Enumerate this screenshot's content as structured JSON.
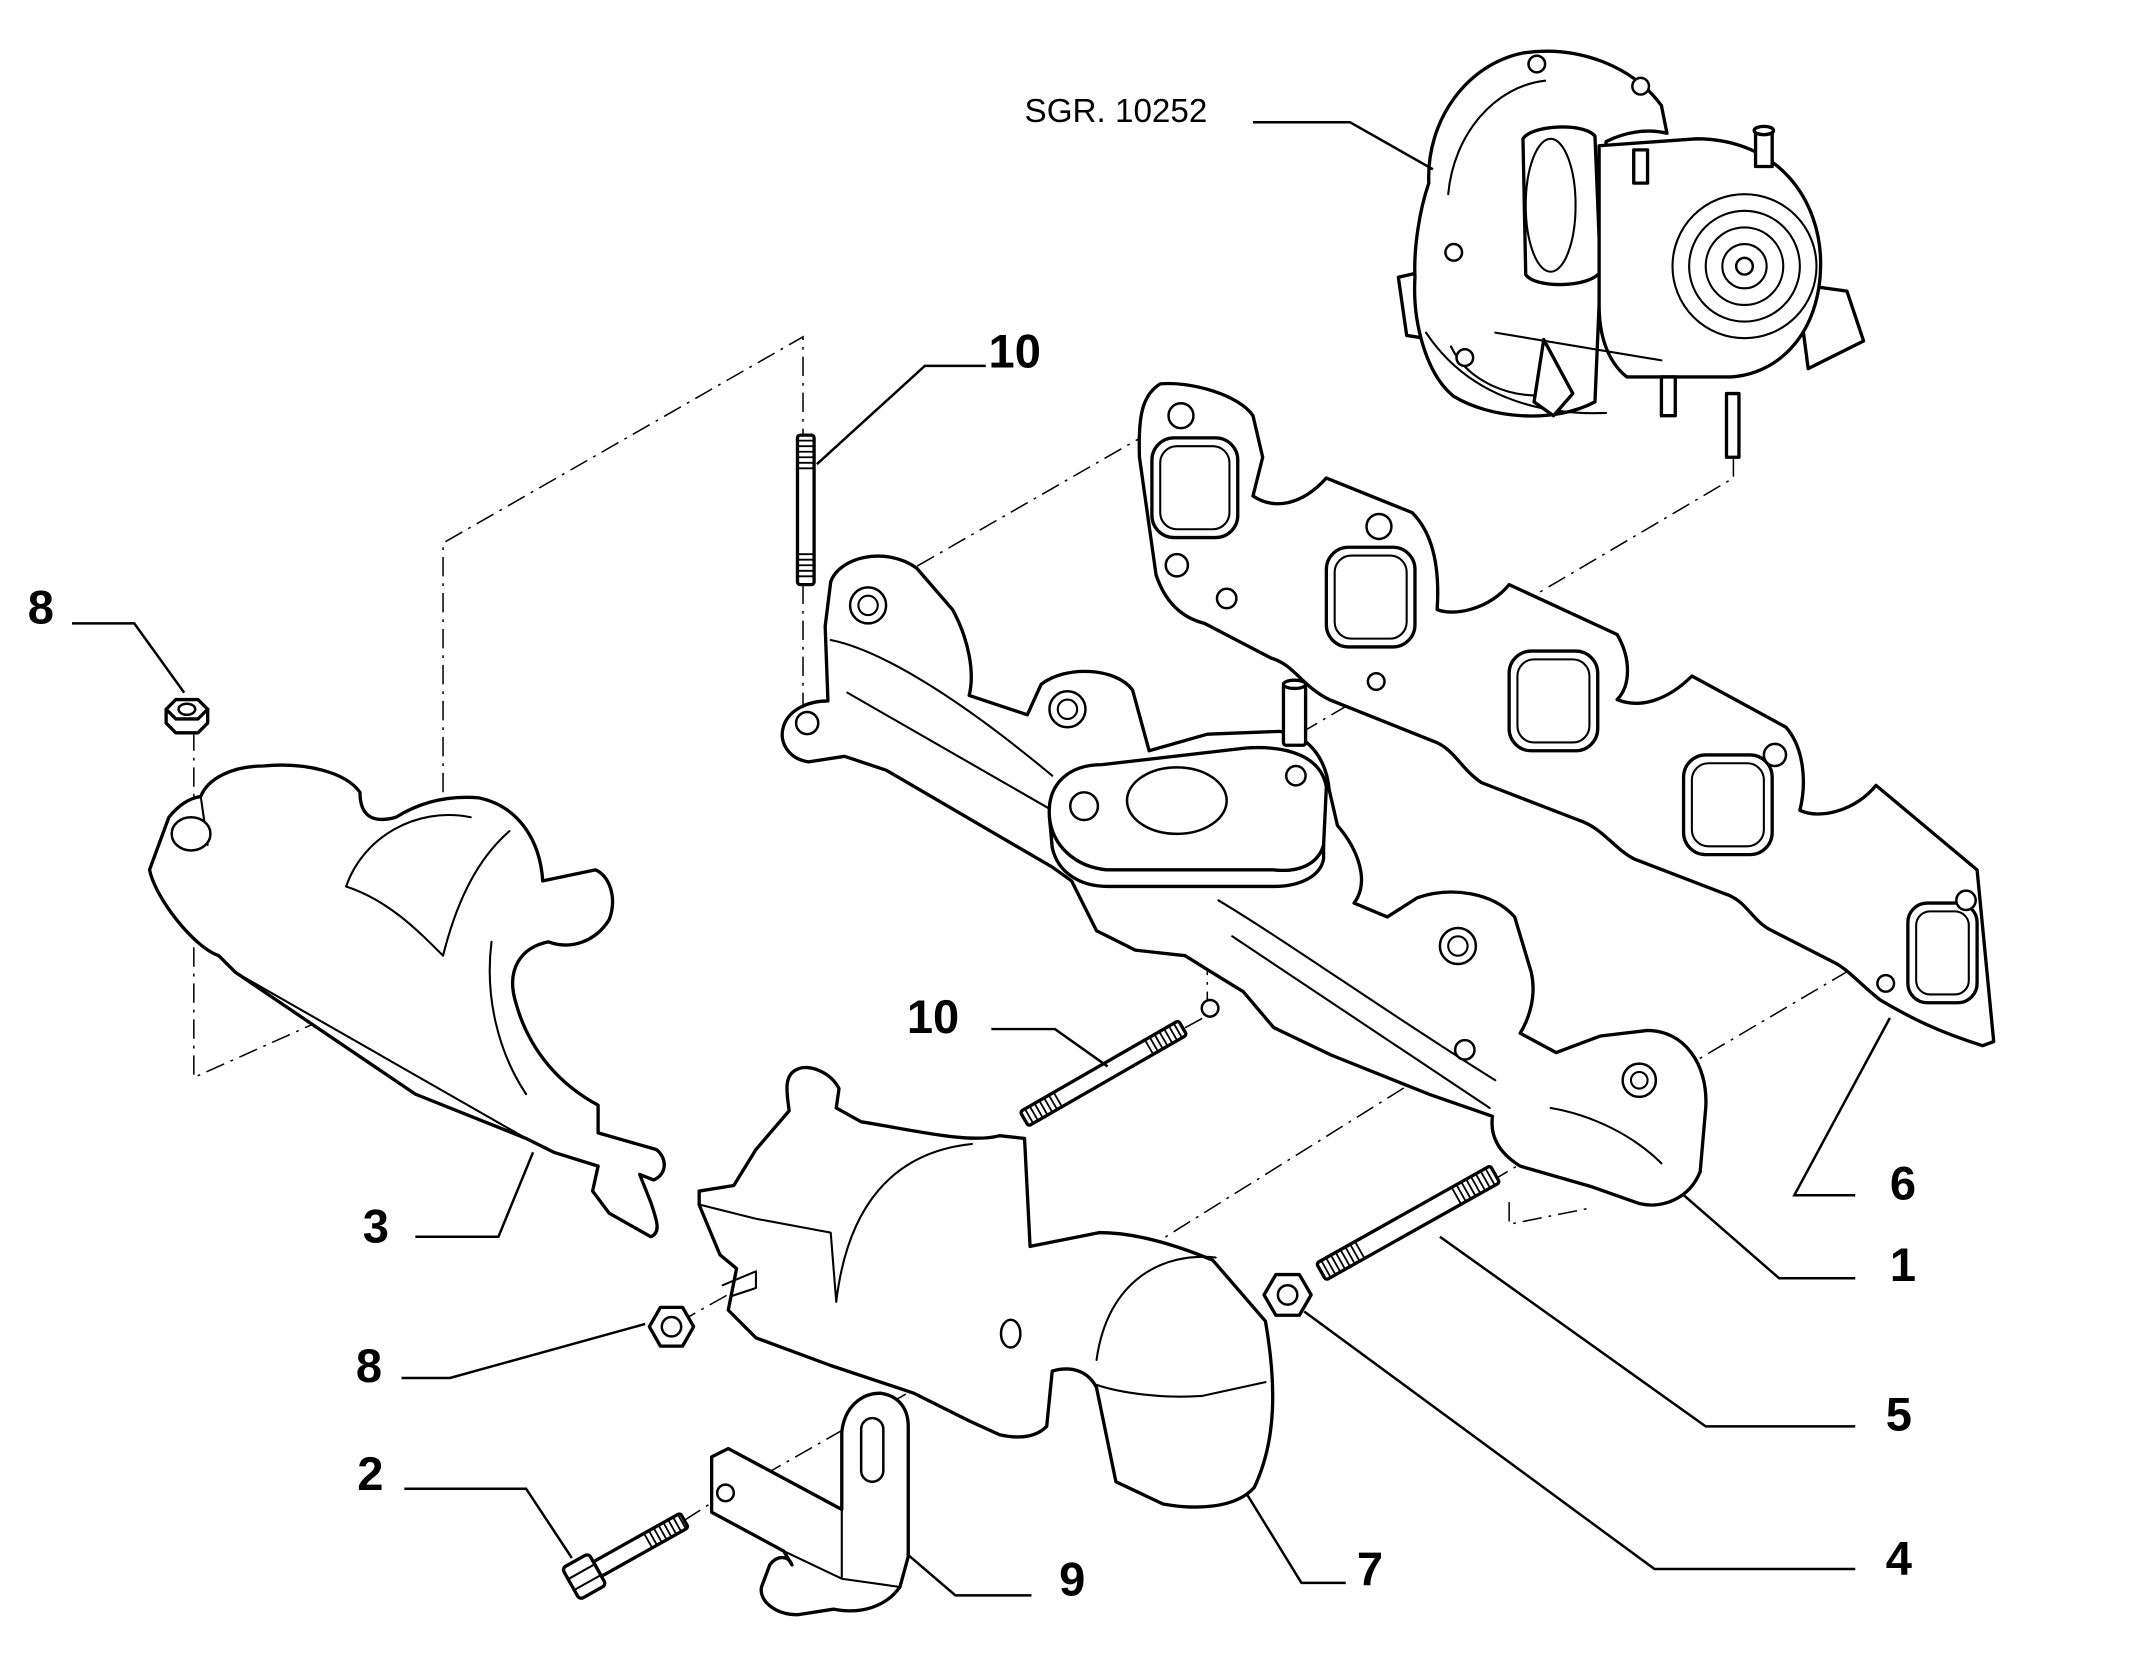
{
  "reference_label": "SGR. 10252",
  "callouts": {
    "stud_top": "10",
    "nut_top": "8",
    "stud_middle": "10",
    "shield_left": "3",
    "nut_bottom": "8",
    "bolt": "2",
    "bracket": "9",
    "shield_center": "7",
    "nut_right": "4",
    "stud_long": "5",
    "manifold": "1",
    "gasket": "6"
  },
  "colors": {
    "ink": "#000000",
    "paper": "#ffffff"
  }
}
